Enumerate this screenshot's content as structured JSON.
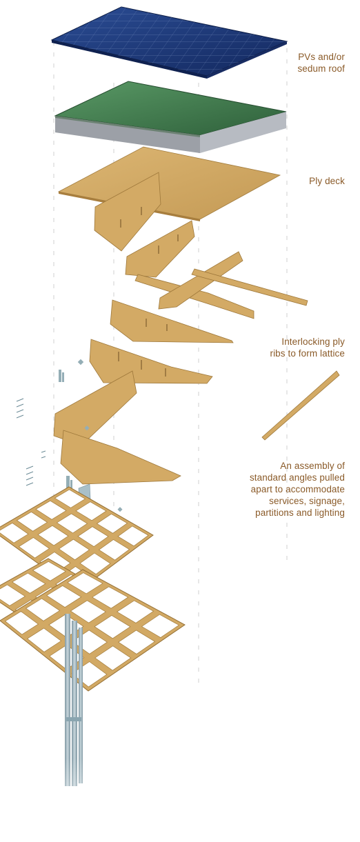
{
  "annotations": {
    "roof": [
      "PVs and/or",
      "sedum roof"
    ],
    "deck": [
      "Ply deck"
    ],
    "ribs": [
      "Interlocking ply",
      "ribs to form lattice"
    ],
    "assembly": [
      "An assembly of",
      "standard angles pulled",
      "apart to accommodate",
      "services, signage,",
      "partitions and lighting"
    ]
  },
  "colors": {
    "label_text": "#8a5a28",
    "pv_blue": "#1d3a78",
    "sedum_green": "#3f7a4c",
    "roof_edge_grey": "#9a9ea6",
    "ply": "#d2a964",
    "ply_dark": "#a87e3e",
    "steel": "#9fb4bc",
    "guide_line": "#b8b8b8"
  },
  "icons": [
    "pv-panel-layer",
    "sedum-roof-layer",
    "ply-deck-layer",
    "ply-rib",
    "steel-angle",
    "lattice-grid"
  ]
}
